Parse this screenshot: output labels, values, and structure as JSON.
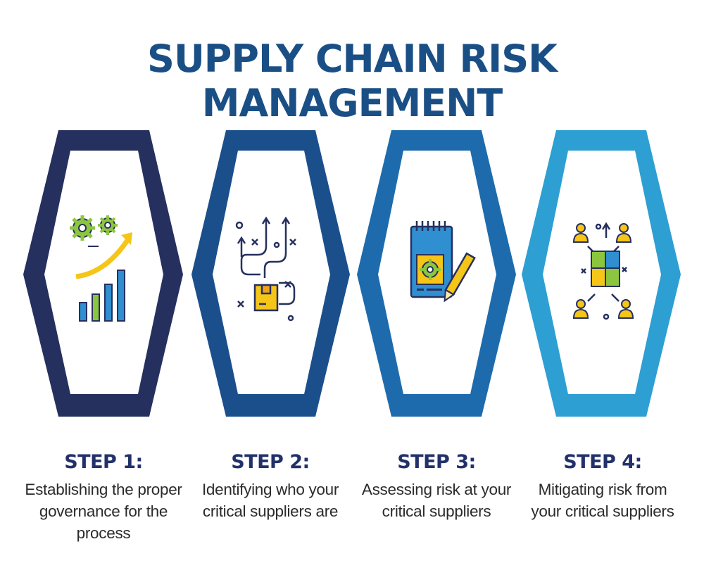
{
  "title": "SUPPLY CHAIN RISK MANAGEMENT",
  "colors": {
    "title": "#1a4f86",
    "step1": "#26305e",
    "step2": "#1b4f8c",
    "step3": "#1d6bad",
    "step4": "#2d9fd3",
    "icon_green": "#8cc63f",
    "icon_yellow": "#f5c518",
    "icon_blue": "#2f8fd0"
  },
  "steps": [
    {
      "label": "STEP 1:",
      "desc_line1": "Establishing the proper",
      "desc_line2": "governance for the process",
      "icon": "gears-growth-chart-icon"
    },
    {
      "label": "STEP 2:",
      "desc_line1": "Identifying who your",
      "desc_line2": "critical suppliers are",
      "icon": "supplier-routes-box-icon"
    },
    {
      "label": "STEP 3:",
      "desc_line1": "Assessing risk at your",
      "desc_line2": "critical suppliers",
      "icon": "notebook-gear-pencil-icon"
    },
    {
      "label": "STEP 4:",
      "desc_line1": "Mitigating risk from",
      "desc_line2": "your critical suppliers",
      "icon": "people-puzzle-icon"
    }
  ]
}
